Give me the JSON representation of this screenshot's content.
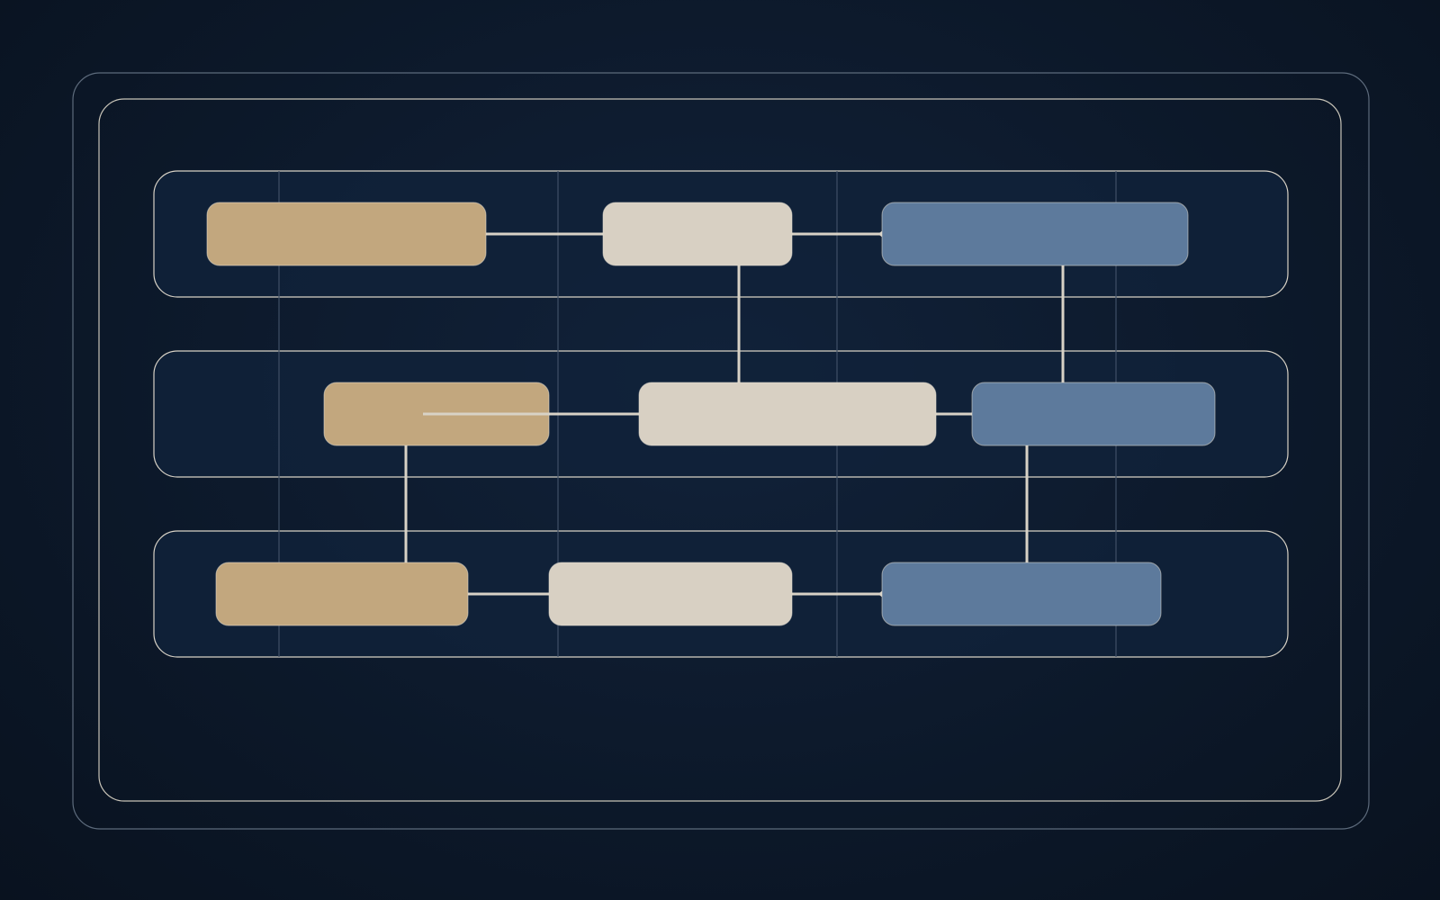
{
  "theme": {
    "background": "#0c1829",
    "frame_outer_stroke": "#5d6b7c",
    "frame_inner_stroke": "#c8c4b8",
    "lane_fill": "#10223a",
    "lane_stroke": "#d8d2c6",
    "column_line": "#3f4f66",
    "connector": "#d8d2c6",
    "node_colors": {
      "tan": "#c2a77e",
      "cream": "#d8d0c3",
      "blue": "#5d7a9c"
    }
  },
  "lanes": [
    {
      "id": "lane-1",
      "nodes": [
        {
          "id": "n1",
          "color": "tan",
          "label": ""
        },
        {
          "id": "n2",
          "color": "cream",
          "label": ""
        },
        {
          "id": "n3",
          "color": "blue",
          "label": ""
        }
      ]
    },
    {
      "id": "lane-2",
      "nodes": [
        {
          "id": "n4",
          "color": "tan",
          "label": ""
        },
        {
          "id": "n5",
          "color": "cream",
          "label": ""
        },
        {
          "id": "n6",
          "color": "blue",
          "label": ""
        }
      ]
    },
    {
      "id": "lane-3",
      "nodes": [
        {
          "id": "n7",
          "color": "tan",
          "label": ""
        },
        {
          "id": "n8",
          "color": "cream",
          "label": ""
        },
        {
          "id": "n9",
          "color": "blue",
          "label": ""
        }
      ]
    }
  ],
  "edges": [
    {
      "from": "n1",
      "to": "n2",
      "arrow": false
    },
    {
      "from": "n2",
      "to": "n3",
      "arrow": true
    },
    {
      "from": "n2",
      "to": "n5",
      "arrow": false
    },
    {
      "from": "n3",
      "to": "n6",
      "arrow": true
    },
    {
      "from": "n4",
      "to": "n5",
      "arrow": false
    },
    {
      "from": "n5",
      "to": "n6",
      "arrow": true
    },
    {
      "from": "n4",
      "to": "n7",
      "arrow": true
    },
    {
      "from": "n7",
      "to": "n8",
      "arrow": false
    },
    {
      "from": "n8",
      "to": "n9",
      "arrow": true
    },
    {
      "from": "n6",
      "to": "n9",
      "arrow": true
    }
  ]
}
